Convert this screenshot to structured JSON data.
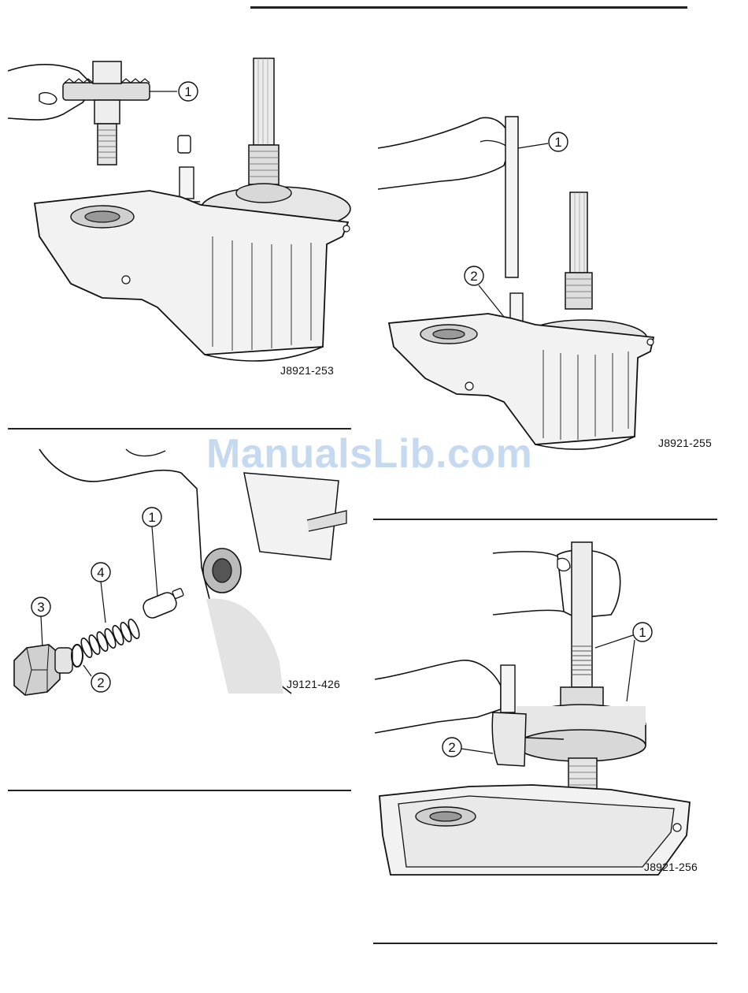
{
  "figures": [
    {
      "id": "J8921-253",
      "callouts": [
        "1"
      ]
    },
    {
      "id": "J8921-255",
      "callouts": [
        "1",
        "2"
      ]
    },
    {
      "id": "J9121-426",
      "callouts": [
        "1",
        "4",
        "3",
        "2"
      ]
    },
    {
      "id": "J8921-256",
      "callouts": [
        "1",
        "2"
      ]
    }
  ],
  "watermark": "ManualsLib.com"
}
